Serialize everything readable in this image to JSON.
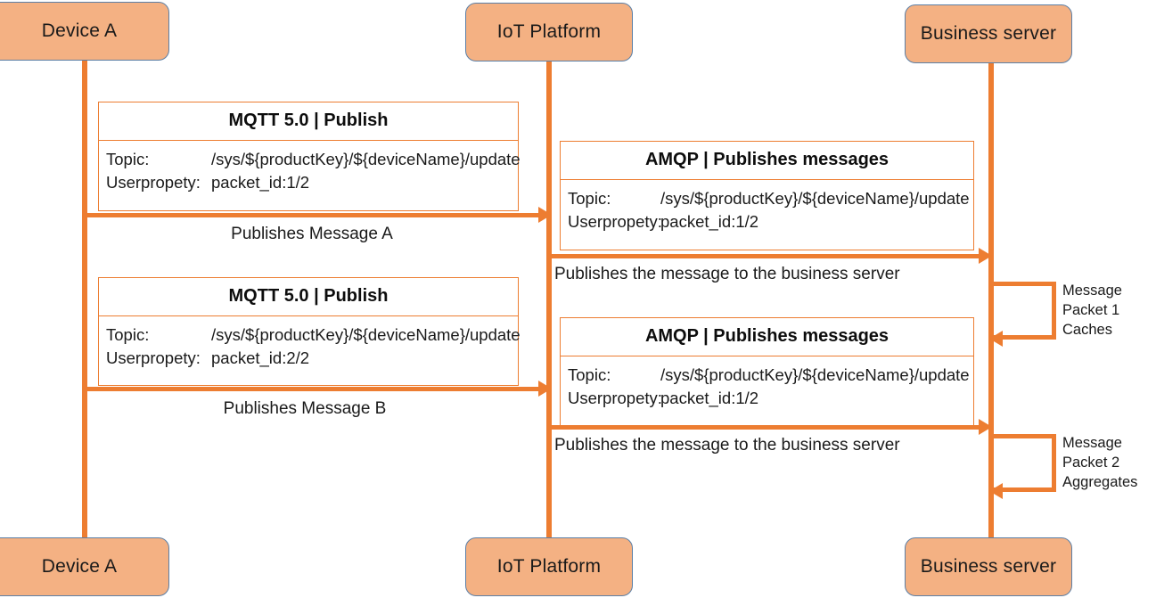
{
  "diagram": {
    "type": "sequence-diagram",
    "accent_color": "#ed7d31",
    "actor_fill": "#f4b183",
    "actor_border": "#5b7fa6"
  },
  "actors": [
    {
      "id": "device-a",
      "label": "Device A"
    },
    {
      "id": "iot-platform",
      "label": "IoT Platform"
    },
    {
      "id": "business-server",
      "label": "Business server"
    }
  ],
  "actors_bottom": [
    {
      "id": "device-a",
      "label": "Device A"
    },
    {
      "id": "iot-platform",
      "label": "IoT Platform"
    },
    {
      "id": "business-server",
      "label": "Business server"
    }
  ],
  "notes": {
    "mqtt_1": {
      "title": "MQTT 5.0 | Publish",
      "topic_key": "Topic:",
      "topic_value": "/sys/${productKey}/${deviceName}/update",
      "prop_key": "Userpropety:",
      "prop_value": "packet_id:1/2"
    },
    "mqtt_2": {
      "title": "MQTT 5.0 | Publish",
      "topic_key": "Topic:",
      "topic_value": "/sys/${productKey}/${deviceName}/update",
      "prop_key": "Userpropety:",
      "prop_value": "packet_id:2/2"
    },
    "amqp_1": {
      "title": "AMQP | Publishes messages",
      "topic_key": "Topic:",
      "topic_value": "/sys/${productKey}/${deviceName}/update",
      "prop_key": "Userpropety:",
      "prop_value": "packet_id:1/2"
    },
    "amqp_2": {
      "title": "AMQP | Publishes messages",
      "topic_key": "Topic:",
      "topic_value": "/sys/${productKey}/${deviceName}/update",
      "prop_key": "Userpropety:",
      "prop_value": "packet_id:1/2"
    }
  },
  "messages": [
    {
      "id": "publish-message-a",
      "label": "Publishes Message A"
    },
    {
      "id": "publish-to-business-1",
      "label": "Publishes the message to the business server"
    },
    {
      "id": "publish-message-b",
      "label": "Publishes Message B"
    },
    {
      "id": "publish-to-business-2",
      "label": "Publishes the message to the business server"
    }
  ],
  "self_messages": [
    {
      "id": "message-packet-1-caches",
      "line1": "Message",
      "line2": "Packet 1",
      "line3": "Caches"
    },
    {
      "id": "message-packet-2-aggregates",
      "line1": "Message",
      "line2": "Packet 2",
      "line3": "Aggregates"
    }
  ]
}
